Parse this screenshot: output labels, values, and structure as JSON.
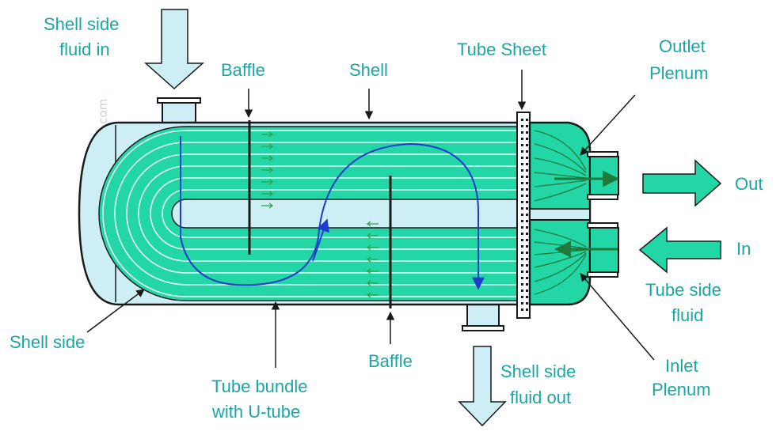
{
  "labels": {
    "shell_side_fluid_in_1": "Shell side",
    "shell_side_fluid_in_2": "fluid in",
    "baffle_top": "Baffle",
    "shell": "Shell",
    "tube_sheet": "Tube Sheet",
    "outlet_plenum_1": "Outlet",
    "outlet_plenum_2": "Plenum",
    "out": "Out",
    "in": "In",
    "tube_side_fluid_1": "Tube side",
    "tube_side_fluid_2": "fluid",
    "inlet_plenum_1": "Inlet",
    "inlet_plenum_2": "Plenum",
    "shell_side": "Shell side",
    "tube_bundle_1": "Tube bundle",
    "tube_bundle_2": "with U-tube",
    "baffle_bottom": "Baffle",
    "shell_side_fluid_out_1": "Shell side",
    "shell_side_fluid_out_2": "fluid out"
  },
  "watermark": "chemicalengineeringworld.com",
  "colors": {
    "tube_fluid": "#22d6a6",
    "shell_fluid": "#cdeef5",
    "outline": "#1a1a1a",
    "flow_path": "#1f3ccc",
    "label": "#1aa6a6"
  }
}
